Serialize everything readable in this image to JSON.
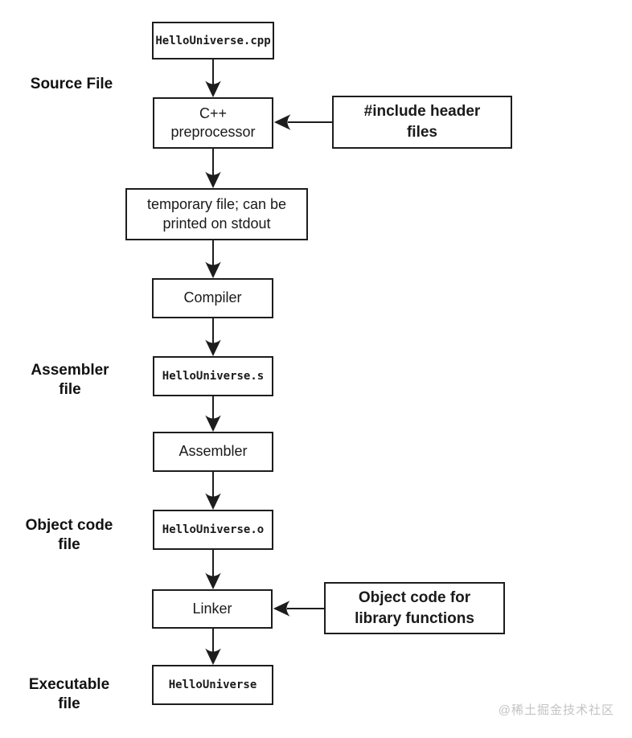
{
  "diagram": {
    "nodes": {
      "source": "HelloUniverse.cpp",
      "preprocessor": "C++\npreprocessor",
      "include_headers": "#include header\nfiles",
      "temporary_file": "temporary file; can be\nprinted on stdout",
      "compiler": "Compiler",
      "assembly_file": "HelloUniverse.s",
      "assembler": "Assembler",
      "object_file": "HelloUniverse.o",
      "linker": "Linker",
      "library_objects": "Object code for\nlibrary functions",
      "executable": "HelloUniverse"
    },
    "side_labels": {
      "source_file": "Source File",
      "assembler_file": "Assembler\nfile",
      "object_code_file": "Object code\nfile",
      "executable_file": "Executable\nfile"
    },
    "colors": {
      "line": "#1d1d1d",
      "text": "#1a1a1a",
      "watermark": "#c3c3c3"
    },
    "watermark": "@稀土掘金技术社区"
  }
}
